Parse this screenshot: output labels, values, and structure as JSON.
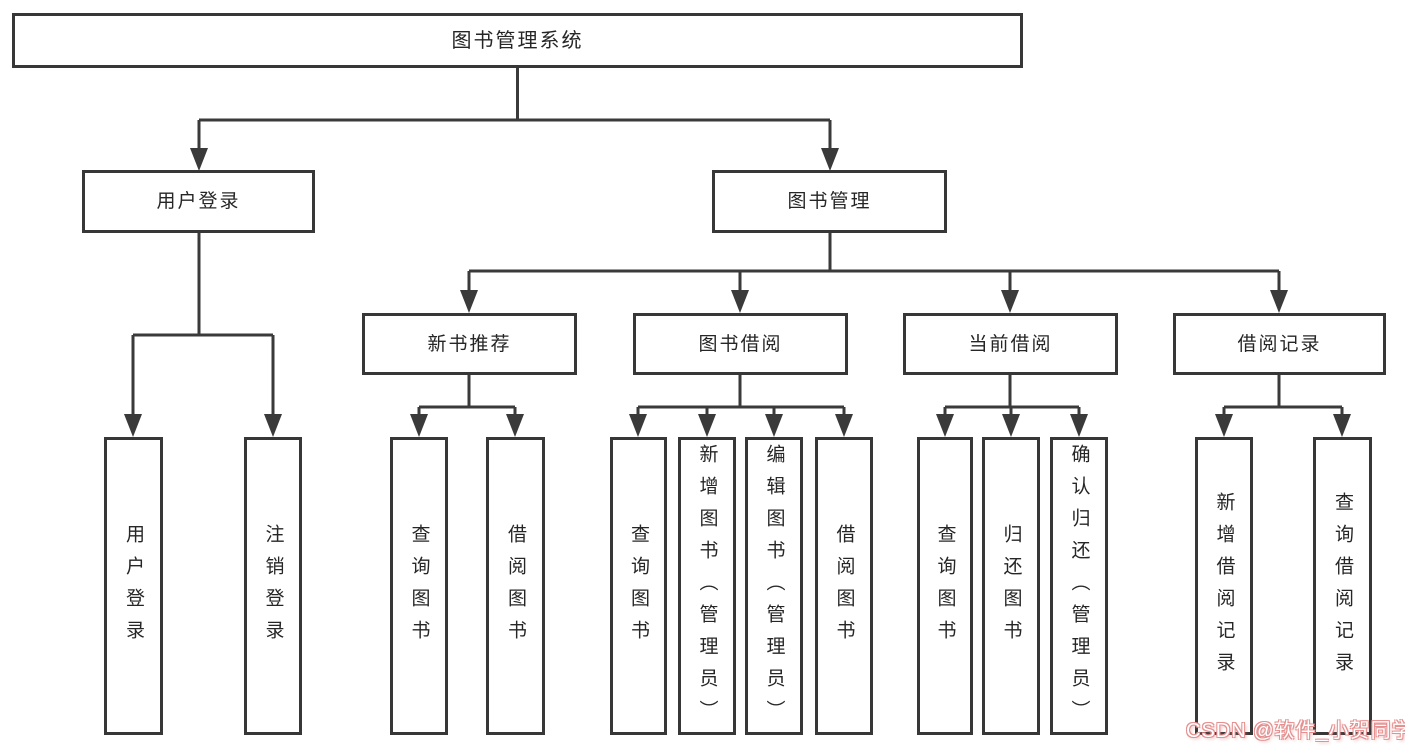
{
  "nodes": {
    "root": "图书管理系统",
    "level2": [
      "用户登录",
      "图书管理"
    ],
    "level3": [
      "新书推荐",
      "图书借阅",
      "当前借阅",
      "借阅记录"
    ],
    "level4": [
      "用户登录",
      "注销登录",
      "查询图书",
      "借阅图书",
      "查询图书",
      "新增图书（管理员）",
      "编辑图书（管理员）",
      "借阅图书",
      "查询图书",
      "归还图书",
      "确认归还（管理员）",
      "新增借阅记录",
      "查询借阅记录"
    ]
  },
  "watermark": {
    "text": "CSDN @软件_小贺同学"
  },
  "colors": {
    "line": "#3a3a3a",
    "box_border": "#373737",
    "text": "#262626",
    "background": "#ffffff",
    "watermark_text": "#ffffff",
    "watermark_glow": "#e59090"
  }
}
